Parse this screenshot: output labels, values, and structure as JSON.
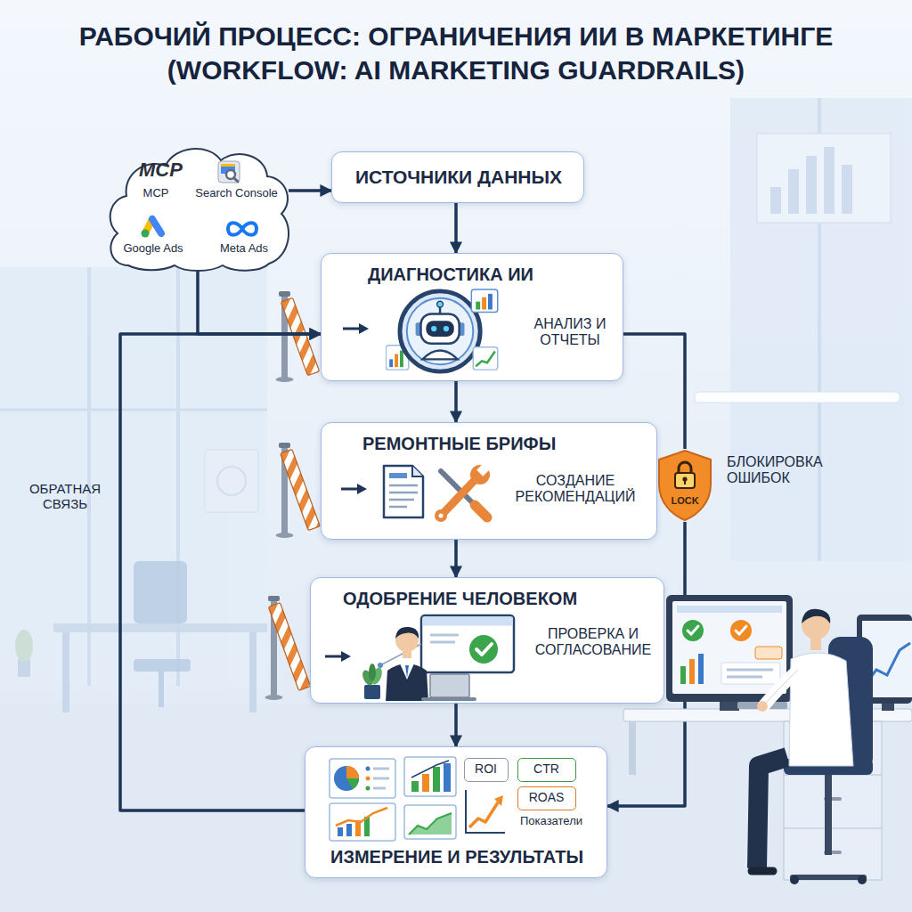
{
  "diagram": {
    "title": "РАБОЧИЙ ПРОЦЕСС: ОГРАНИЧЕНИЯ ИИ В МАРКЕТИНГЕ (WORKFLOW: AI MARKETING GUARDRAILS)",
    "nodes": [
      {
        "text": [
          "MCP",
          "MCP",
          "Search Console",
          "Google Ads",
          "Meta Ads"
        ]
      },
      {
        "text": [
          "ИСТОЧНИКИ ДАННЫХ"
        ]
      },
      {
        "text": [
          "ДИАГНОСТИКА ИИ",
          "АНАЛИЗ И ОТЧЕТЫ"
        ]
      },
      {
        "text": [
          "РЕМОНТНЫЕ БРИФЫ",
          "СОЗДАНИЕ РЕКОМЕНДАЦИЙ"
        ]
      },
      {
        "text": [
          "LOCK",
          "БЛОКИРОВКА ОШИБОК"
        ]
      },
      {
        "text": [
          "ОДОБРЕНИЕ ЧЕЛОВЕКОМ",
          "ПРОВЕРКА И СОГЛАСОВАНИЕ"
        ]
      },
      {
        "text": [
          "Показатели",
          "ИЗМЕРЕНИЕ И РЕЗУЛЬТАТЫ"
        ]
      },
      {
        "text": [
          "ROI"
        ],
        "in": 6
      },
      {
        "text": [
          "CTR"
        ],
        "in": 6
      },
      {
        "text": [
          "ROAS"
        ],
        "in": 6
      }
    ],
    "edges": [
      {
        "from": 0,
        "to": 1,
        "arrow": "to"
      },
      {
        "from": 1,
        "to": 2,
        "arrow": "to"
      },
      {
        "from": 2,
        "to": 3,
        "arrow": "to"
      },
      {
        "from": 3,
        "to": 5,
        "arrow": "to"
      },
      {
        "from": 5,
        "to": 6,
        "arrow": "to"
      },
      {
        "from": 0,
        "to": 2,
        "arrow": "to"
      },
      {
        "from": 6,
        "to": 2,
        "label": "ОБРАТНАЯ СВЯЗЬ",
        "arrow": "to"
      },
      {
        "from": 2,
        "to": 4,
        "arrow": "none"
      },
      {
        "from": 4,
        "to": 6,
        "arrow": "to"
      }
    ]
  }
}
